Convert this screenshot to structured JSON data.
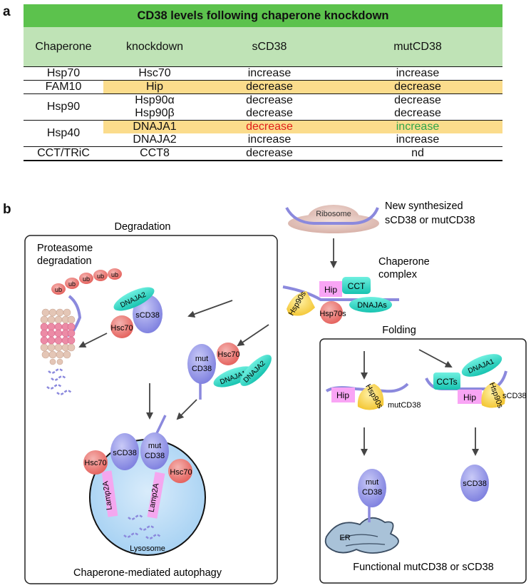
{
  "panel_a_label": "a",
  "panel_b_label": "b",
  "table": {
    "title": "CD38 levels following chaperone knockdown",
    "headers": [
      "Chaperone",
      "knockdown",
      "sCD38",
      "mutCD38"
    ],
    "rows": [
      {
        "chaperone": "Hsp70",
        "knockdown": "Hsc70",
        "scd38": "increase",
        "mutcd38": "increase"
      },
      {
        "chaperone": "FAM10",
        "knockdown": "Hip",
        "scd38": "decrease",
        "mutcd38": "decrease"
      },
      {
        "chaperone": "Hsp90",
        "knockdown": "Hsp90α",
        "scd38": "decrease",
        "mutcd38": "decrease"
      },
      {
        "chaperone": "",
        "knockdown": "Hsp90β",
        "scd38": "decrease",
        "mutcd38": "decrease"
      },
      {
        "chaperone": "Hsp40",
        "knockdown": "DNAJA1",
        "scd38": "decrease",
        "mutcd38": "increase"
      },
      {
        "chaperone": "",
        "knockdown": "DNAJA2",
        "scd38": "increase",
        "mutcd38": "increase"
      },
      {
        "chaperone": "CCT/TRiC",
        "knockdown": "CCT8",
        "scd38": "decrease",
        "mutcd38": "nd"
      }
    ]
  },
  "diagram": {
    "ribosome": "Ribosome",
    "new_synth_line1": "New synthesized",
    "new_synth_line2": "sCD38 or mutCD38",
    "chaperone_complex_line1": "Chaperone",
    "chaperone_complex_line2": "complex",
    "hip": "Hip",
    "cct": "CCT",
    "hsp90s": "Hsp90s",
    "hsp70s": "Hsp70s",
    "dnajas": "DNAJAs",
    "degradation": "Degradation",
    "proteasome_line1": "Proteasome",
    "proteasome_line2": "degradation",
    "ub": "ub",
    "dnaja2": "DNAJA2",
    "dnaja1": "DNAJA1",
    "hsc70": "Hsc70",
    "scd38": "sCD38",
    "mut": "mut",
    "cd38": "CD38",
    "lamp2a": "Lamp2A",
    "lysosome": "Lysosome",
    "cma": "Chaperone-mediated autophagy",
    "folding": "Folding",
    "ccts": "CCTs",
    "mutcd38": "mutCD38",
    "er": "ER",
    "functional": "Functional mutCD38 or sCD38"
  }
}
